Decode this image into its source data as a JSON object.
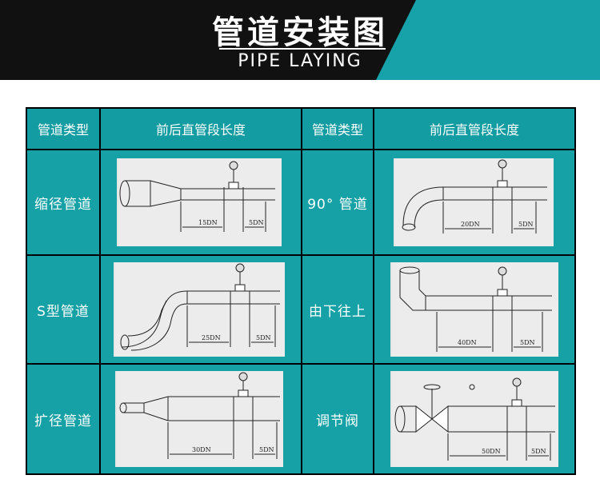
{
  "banner": {
    "title": "管道安装图",
    "subtitle": "PIPE LAYING",
    "colors": {
      "dark": "#111111",
      "accent": "#17a2a9"
    }
  },
  "table": {
    "headers": [
      "管道类型",
      "前后直管段长度",
      "管道类型",
      "前后直管段长度"
    ],
    "rows": [
      {
        "left_type": "缩径管道",
        "left_upstream": "15DN",
        "left_downstream": "5DN",
        "right_type": "90° 管道",
        "right_upstream": "20DN",
        "right_downstream": "5DN"
      },
      {
        "left_type": "S型管道",
        "left_upstream": "25DN",
        "left_downstream": "5DN",
        "right_type": "由下往上",
        "right_upstream": "40DN",
        "right_downstream": "5DN"
      },
      {
        "left_type": "扩径管道",
        "left_upstream": "30DN",
        "left_downstream": "5DN",
        "right_type": "调节阀",
        "right_upstream": "50DN",
        "right_downstream": "5DN"
      }
    ],
    "colors": {
      "cell": "#16a1a6",
      "panel": "#ececec",
      "line": "#000000"
    }
  }
}
